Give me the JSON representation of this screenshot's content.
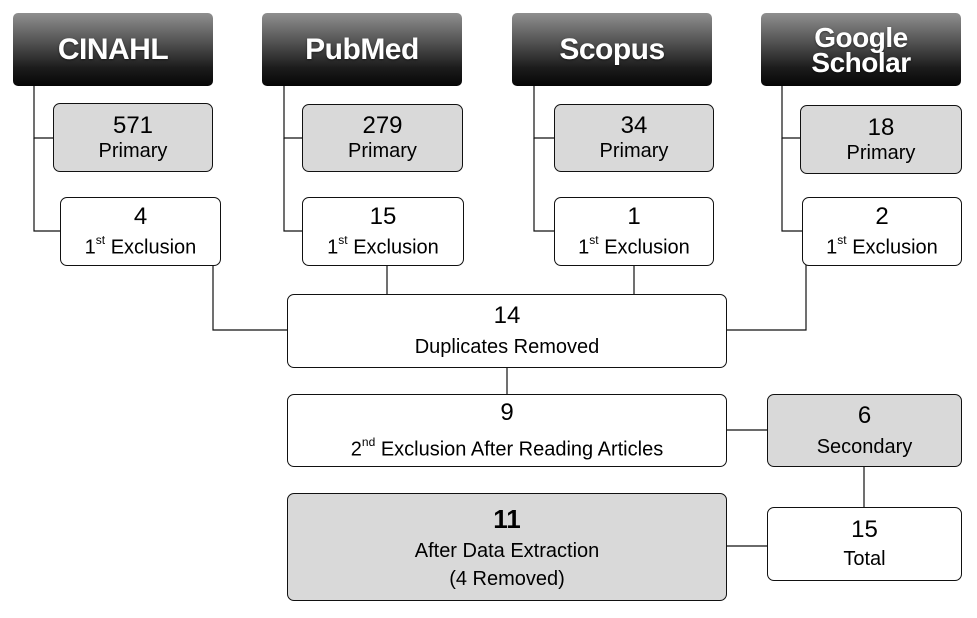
{
  "sources": [
    {
      "name": "CINAHL",
      "primary": {
        "value": "571",
        "label": "Primary"
      },
      "exclusion": {
        "value": "4",
        "ordinal": "1",
        "ordinal_suffix": "st",
        "label": "Exclusion"
      }
    },
    {
      "name": "PubMed",
      "primary": {
        "value": "279",
        "label": "Primary"
      },
      "exclusion": {
        "value": "15",
        "ordinal": "1",
        "ordinal_suffix": "st",
        "label": "Exclusion"
      }
    },
    {
      "name": "Scopus",
      "primary": {
        "value": "34",
        "label": "Primary"
      },
      "exclusion": {
        "value": "1",
        "ordinal": "1",
        "ordinal_suffix": "st",
        "label": "Exclusion"
      }
    },
    {
      "name_lines": [
        "Google",
        "Scholar"
      ],
      "primary": {
        "value": "18",
        "label": "Primary"
      },
      "exclusion": {
        "value": "2",
        "ordinal": "1",
        "ordinal_suffix": "st",
        "label": "Exclusion"
      }
    }
  ],
  "duplicates": {
    "value": "14",
    "label": "Duplicates Removed"
  },
  "second_exclusion": {
    "value": "9",
    "ordinal": "2",
    "ordinal_suffix": "nd",
    "label": "Exclusion After Reading Articles"
  },
  "secondary": {
    "value": "6",
    "label": "Secondary"
  },
  "after_extraction": {
    "value": "11",
    "label": "After Data Extraction",
    "note": "(4 Removed)"
  },
  "total": {
    "value": "15",
    "label": "Total"
  },
  "colors": {
    "header_gradient_top": "#8f8f8f",
    "header_gradient_bottom": "#060606",
    "gray_box": "#d9d9d9",
    "white_box": "#ffffff",
    "line": "#111111"
  }
}
